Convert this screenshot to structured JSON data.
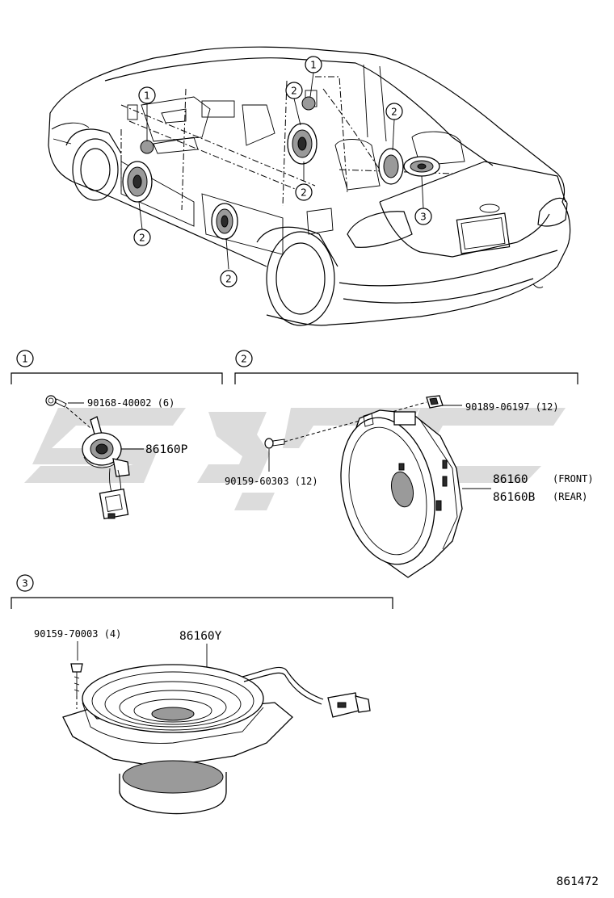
{
  "diagram": {
    "sections": [
      {
        "key": "s1",
        "number": "1"
      },
      {
        "key": "s2",
        "number": "2"
      },
      {
        "key": "s3",
        "number": "3"
      }
    ],
    "callouts": {
      "overview": [
        "1",
        "1",
        "2",
        "2",
        "2",
        "2",
        "2",
        "3"
      ]
    },
    "parts": {
      "s1_bolt": "90168-40002 (6)",
      "s1_tweeter": "86160P",
      "s2_nut": "90189-06197 (12)",
      "s2_screw": "90159-60303 (12)",
      "s2_speaker_front": "86160",
      "s2_front_note": "(FRONT)",
      "s2_speaker_rear": "86160B",
      "s2_rear_note": "(REAR)",
      "s3_screw": "90159-70003 (4)",
      "s3_speaker": "86160Y"
    },
    "figure_id": "861472"
  },
  "colors": {
    "ink": "#000000",
    "watermark": "#d6d6d6",
    "background": "#ffffff"
  }
}
